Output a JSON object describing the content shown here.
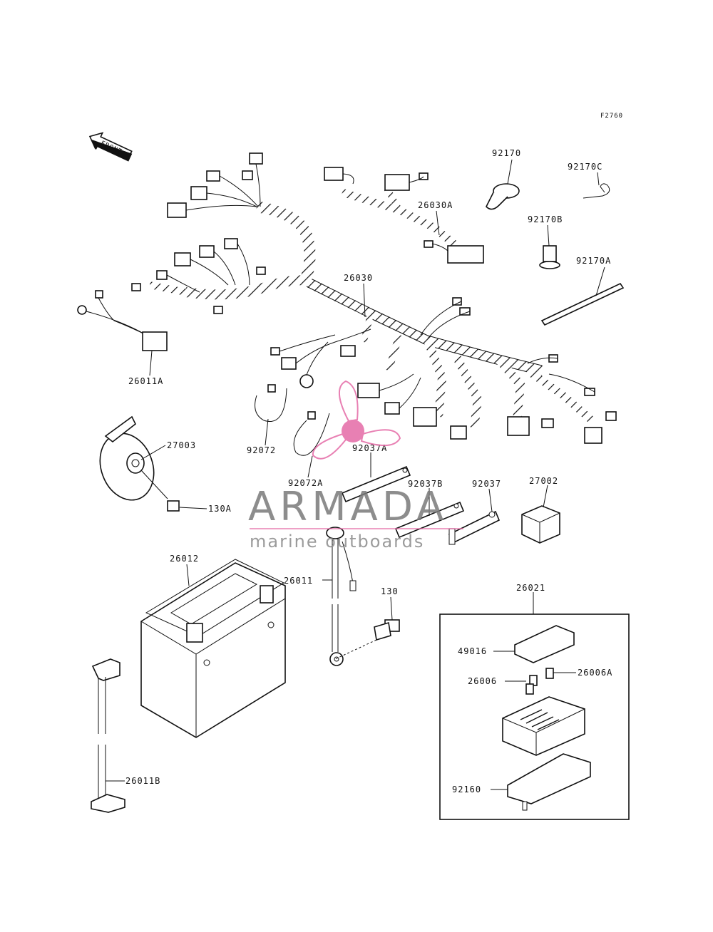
{
  "figure_code": "F2760",
  "front_arrow": {
    "label": "FRONT",
    "icon": "front-arrow-icon"
  },
  "watermark": {
    "brand": "ARMADA",
    "tagline": "marine outboards",
    "colors": {
      "brand_text": "#7a7a7a",
      "tagline_text": "#8a8a8a",
      "logo": "#e56aa6"
    }
  },
  "parts": [
    {
      "id": "p-92170",
      "label": "92170"
    },
    {
      "id": "p-92170c",
      "label": "92170C"
    },
    {
      "id": "p-26030a",
      "label": "26030A"
    },
    {
      "id": "p-92170b",
      "label": "92170B"
    },
    {
      "id": "p-92170a",
      "label": "92170A"
    },
    {
      "id": "p-26030",
      "label": "26030"
    },
    {
      "id": "p-26011a",
      "label": "26011A"
    },
    {
      "id": "p-27003",
      "label": "27003"
    },
    {
      "id": "p-92072",
      "label": "92072"
    },
    {
      "id": "p-92037a",
      "label": "92037A"
    },
    {
      "id": "p-92072a",
      "label": "92072A"
    },
    {
      "id": "p-130a",
      "label": "130A"
    },
    {
      "id": "p-92037b",
      "label": "92037B"
    },
    {
      "id": "p-92037",
      "label": "92037"
    },
    {
      "id": "p-27002",
      "label": "27002"
    },
    {
      "id": "p-26012",
      "label": "26012"
    },
    {
      "id": "p-26011",
      "label": "26011"
    },
    {
      "id": "p-130",
      "label": "130"
    },
    {
      "id": "p-26021",
      "label": "26021"
    },
    {
      "id": "p-49016",
      "label": "49016"
    },
    {
      "id": "p-26006",
      "label": "26006"
    },
    {
      "id": "p-26006a",
      "label": "26006A"
    },
    {
      "id": "p-92160",
      "label": "92160"
    },
    {
      "id": "p-26011b",
      "label": "26011B"
    }
  ]
}
